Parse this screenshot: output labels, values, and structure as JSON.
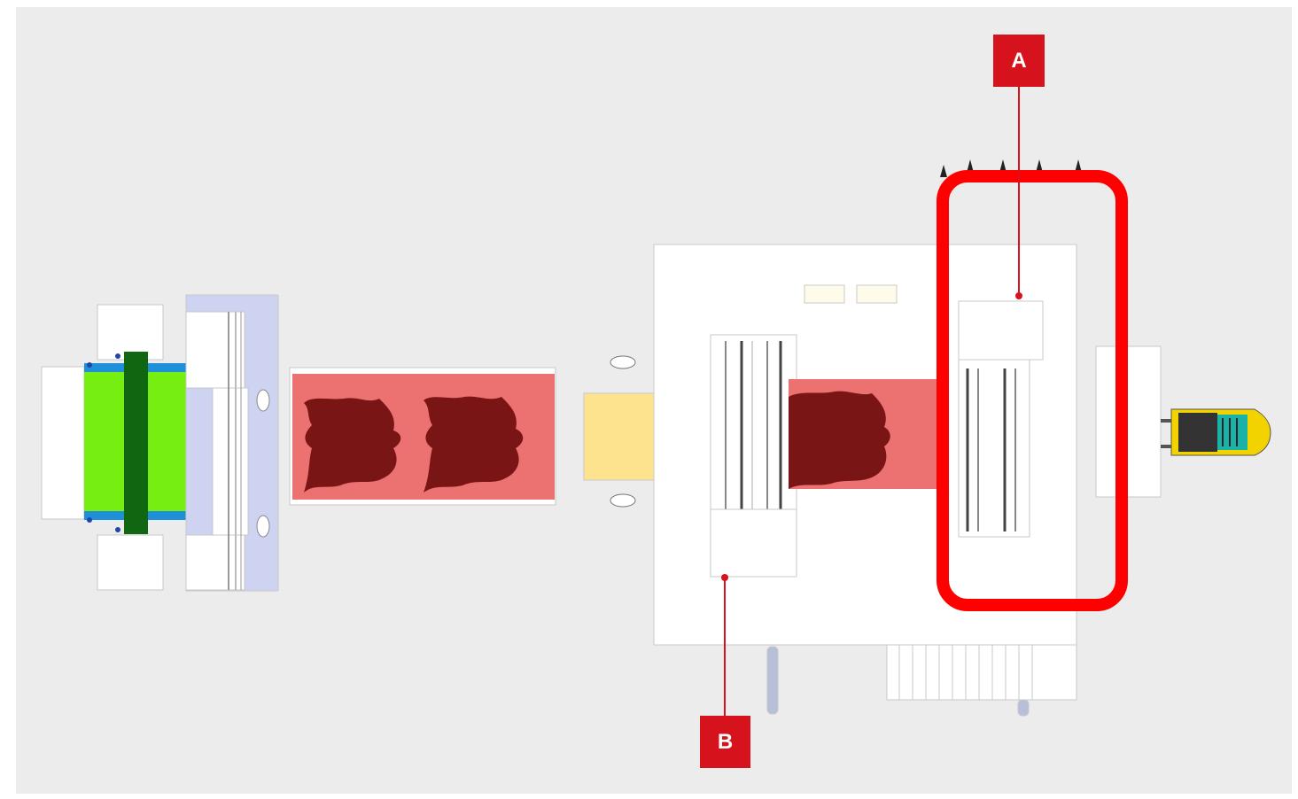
{
  "callouts": [
    {
      "id": "A",
      "label": "A"
    },
    {
      "id": "B",
      "label": "B"
    }
  ],
  "colors": {
    "background": "#ececec",
    "panel": "#ffffff",
    "outline": "#c8c8c8",
    "conveyor": "#ec7171",
    "hide": "#7a1515",
    "highlight": "#ff0000",
    "callout": "#d6131d",
    "belt_green": "#77ee11",
    "bar_dark_green": "#116611",
    "blue_strip": "#1e8fd8",
    "lavender": "#cdd3f1",
    "yellow_pad": "#fee38f",
    "forklift_yellow": "#f2d300",
    "forklift_teal": "#18b2a8"
  }
}
